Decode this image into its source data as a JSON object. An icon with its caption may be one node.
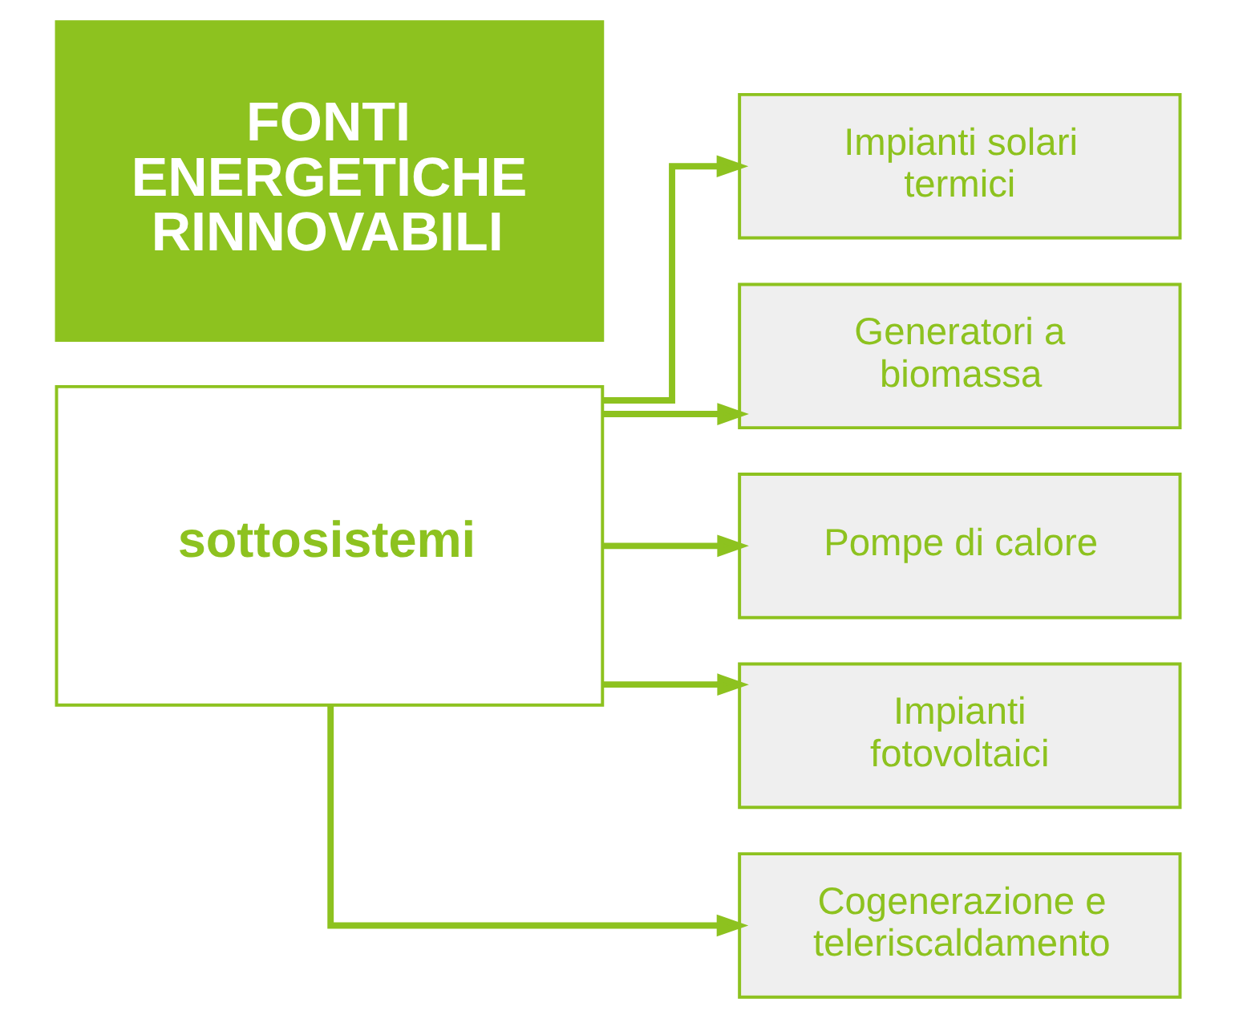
{
  "diagram": {
    "nodes": [
      {
        "text": [
          "FONTI ENERGETICHE RINNOVABILI"
        ]
      },
      {
        "text": [
          "sottosistemi"
        ]
      },
      {
        "text": [
          "Impianti solari termici"
        ]
      },
      {
        "text": [
          "Generatori a biomassa"
        ]
      },
      {
        "text": [
          "Pompe di calore"
        ]
      },
      {
        "text": [
          "Impianti fotovoltaici"
        ]
      },
      {
        "text": [
          "Cogenerazione e teleriscaldamento"
        ]
      }
    ],
    "edges": [
      {
        "from": 1,
        "to": 2,
        "arrow": "to"
      },
      {
        "from": 1,
        "to": 3,
        "arrow": "to"
      },
      {
        "from": 1,
        "to": 4,
        "arrow": "to"
      },
      {
        "from": 1,
        "to": 5,
        "arrow": "to"
      },
      {
        "from": 1,
        "to": 6,
        "arrow": "to"
      }
    ]
  }
}
